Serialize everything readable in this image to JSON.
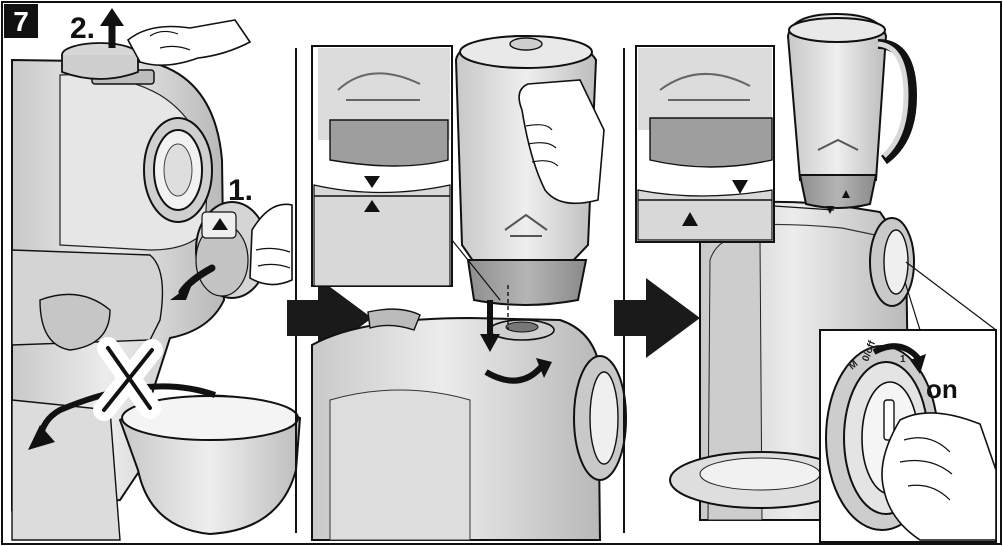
{
  "figure": {
    "number": "7",
    "step_labels": {
      "remove_cover": "2.",
      "rotate_cap": "1."
    },
    "dial": {
      "label_m": "M",
      "label_off": "0/off",
      "label_one": "1",
      "on_label": "on"
    }
  },
  "colors": {
    "ink": "#111111",
    "body_light": "#e4e4e4",
    "body_mid": "#cfcfcf",
    "body_dark": "#b3b3b3",
    "glass": "#dcdcdc",
    "band": "#9f9f9f",
    "arrow": "#1a1a1a"
  },
  "icons": [
    "up-arrow-icon",
    "curved-arrow-icon",
    "cross-icon",
    "big-right-arrow-icon",
    "down-arrow-icon",
    "triangle-marker-icon"
  ]
}
